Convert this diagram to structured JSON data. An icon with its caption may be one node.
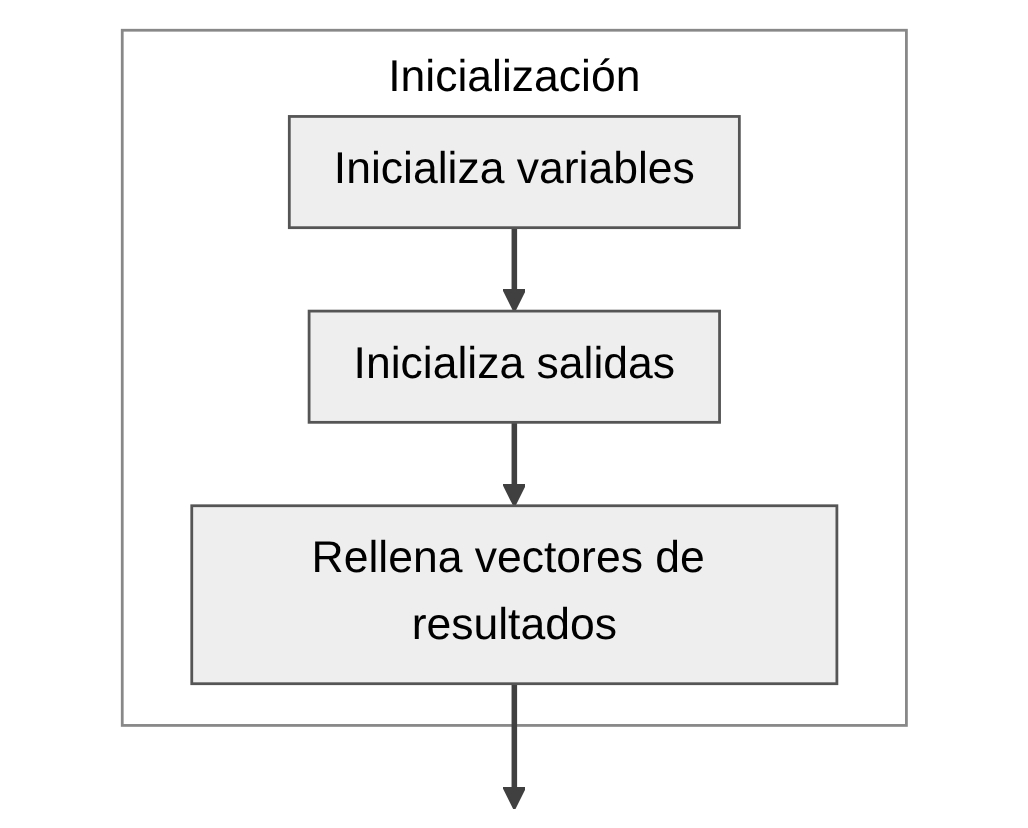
{
  "diagram": {
    "nodes": [
      {
        "text": [
          "Inicialización"
        ]
      },
      {
        "text": [
          "Inicializa variables"
        ],
        "in": 0
      },
      {
        "text": [
          "Inicializa salidas"
        ],
        "in": 0
      },
      {
        "text": [
          "Rellena vectores de resultados"
        ],
        "in": 0
      }
    ],
    "edges": [
      {
        "from": 1,
        "to": 2,
        "arrow": "to"
      },
      {
        "from": 2,
        "to": 3,
        "arrow": "to"
      },
      {
        "from": 3,
        "to": null,
        "arrow": "to"
      }
    ]
  }
}
